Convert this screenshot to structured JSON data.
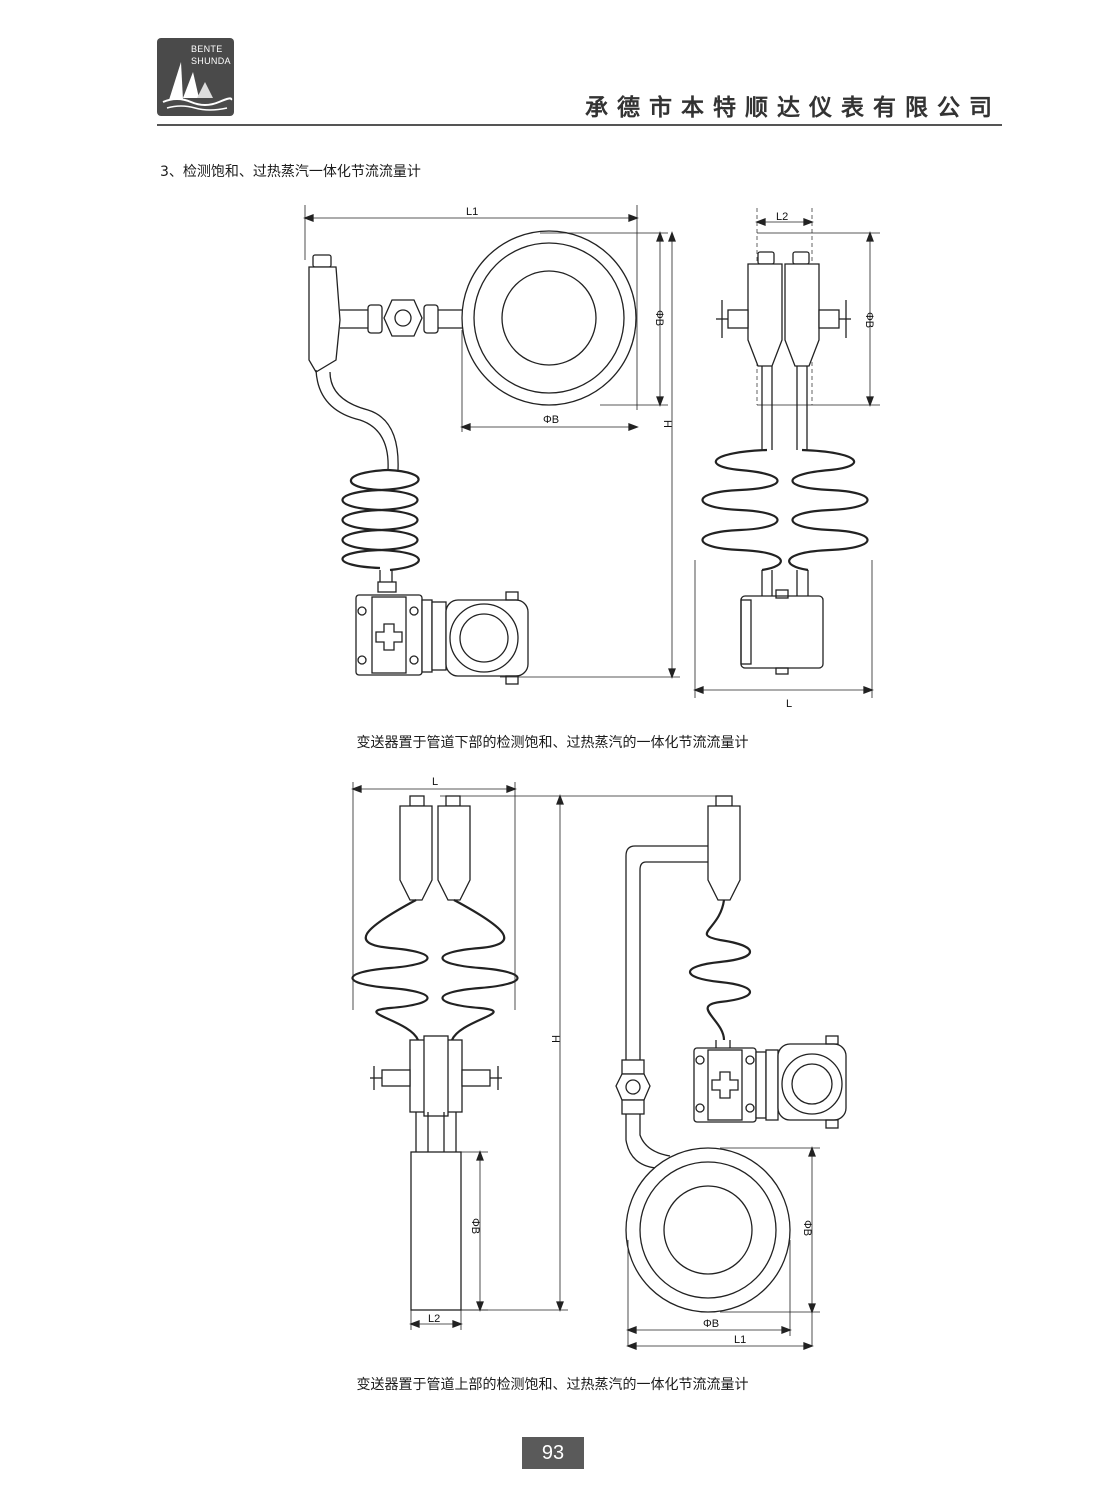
{
  "header": {
    "logo_line1": "BENTE",
    "logo_line2": "SHUNDA",
    "company": "承德市本特顺达仪表有限公司"
  },
  "section_title": "3、检测饱和、过热蒸汽一体化节流流量计",
  "figure1": {
    "caption": "变送器置于管道下部的检测饱和、过热蒸汽的一体化节流流量计",
    "labels": {
      "L1": "L1",
      "L2": "L2",
      "phiB_h": "ΦB",
      "phiB_v1": "ΦB",
      "phiB_v2": "ΦB",
      "H": "H",
      "L": "L"
    }
  },
  "figure2": {
    "caption": "变送器置于管道上部的检测饱和、过热蒸汽的一体化节流流量计",
    "labels": {
      "L": "L",
      "H": "H",
      "phiB_v1": "ΦB",
      "L2": "L2",
      "phiB_v2": "ΦB",
      "phiB_h": "ΦB",
      "L1": "L1"
    }
  },
  "page_number": "93",
  "colors": {
    "logo_bg": "#4a4a4a",
    "page_box": "#5a5a5a",
    "rule": "#555555"
  }
}
